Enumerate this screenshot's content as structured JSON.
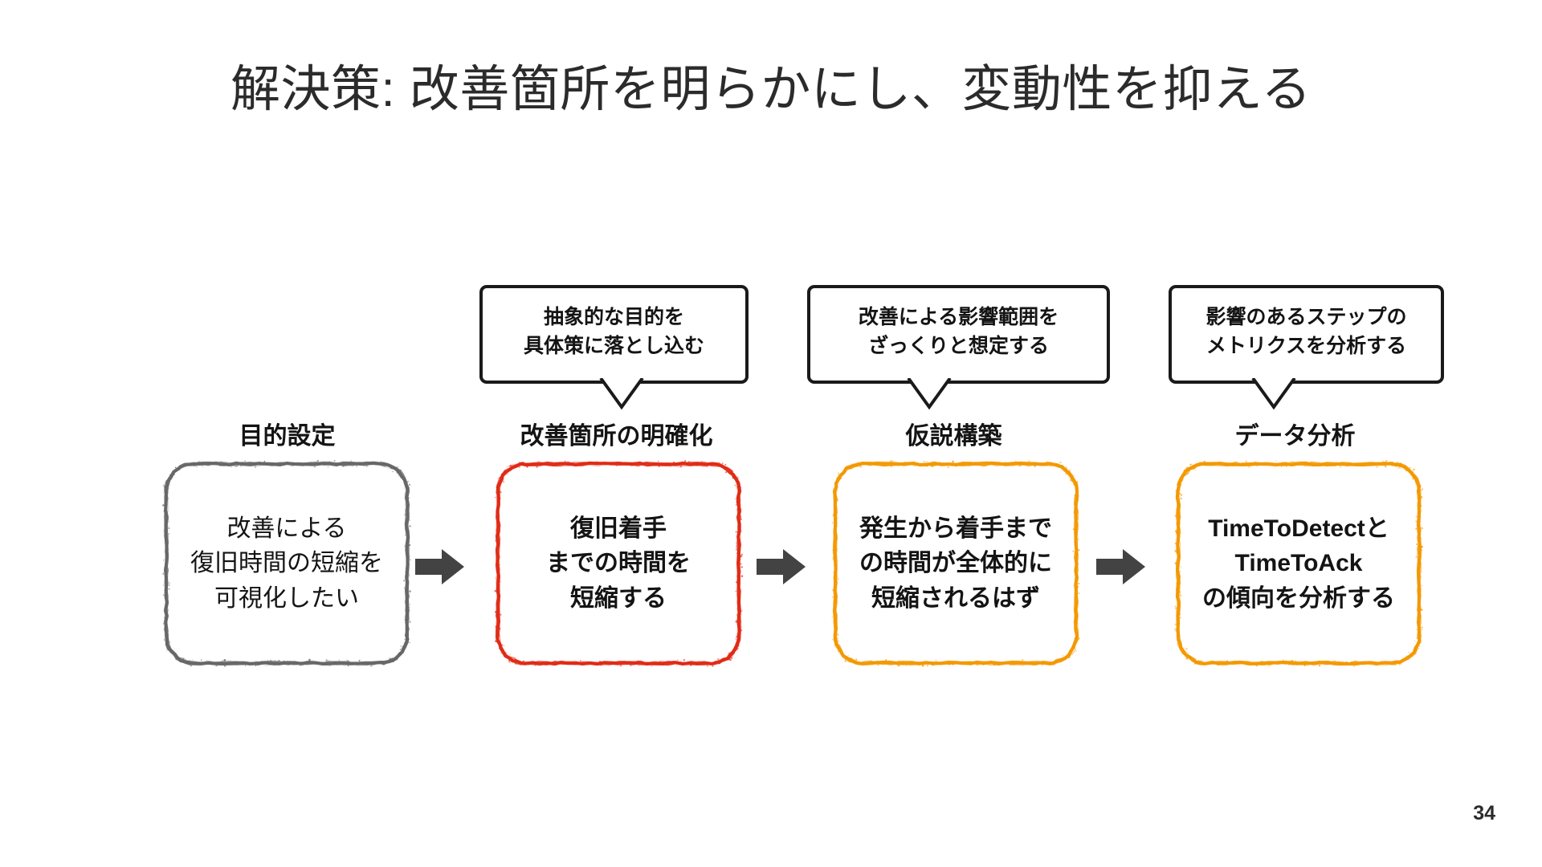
{
  "slide": {
    "title": "解決策: 改善箇所を明らかにし、変動性を抑える",
    "page_number": "34"
  },
  "colors": {
    "title": "#2b2b2b",
    "text": "#141414",
    "callout_border": "#1a1a1a",
    "arrow": "#434343",
    "box_gray": "#666666",
    "box_red": "#e02a14",
    "box_orange": "#f39800",
    "background": "#ffffff"
  },
  "callouts": [
    {
      "id": "callout-improvement-point",
      "lines": [
        "抽象的な目的を",
        "具体策に落とし込む"
      ],
      "points_to": "改善箇所の明確化"
    },
    {
      "id": "callout-hypothesis",
      "lines": [
        "改善による影響範囲を",
        "ざっくりと想定する"
      ],
      "points_to": "仮説構築"
    },
    {
      "id": "callout-data-analysis",
      "lines": [
        "影響のあるステップの",
        "メトリクスを分析する"
      ],
      "points_to": "データ分析"
    }
  ],
  "steps": [
    {
      "id": "step-goal-setting",
      "label": "目的設定",
      "lines": [
        "改善による",
        "復旧時間の短縮を",
        "可視化したい"
      ],
      "border_color": "#666666",
      "text_weight": "regular"
    },
    {
      "id": "step-clarify-improvement",
      "label": "改善箇所の明確化",
      "lines": [
        "復旧着手",
        "までの時間を",
        "短縮する"
      ],
      "border_color": "#e02a14",
      "text_weight": "bold"
    },
    {
      "id": "step-hypothesis",
      "label": "仮説構築",
      "lines": [
        "発生から着手まで",
        "の時間が全体的に",
        "短縮されるはず"
      ],
      "border_color": "#f39800",
      "text_weight": "bold"
    },
    {
      "id": "step-data-analysis",
      "label": "データ分析",
      "lines": [
        "TimeToDetectと",
        "TimeToAck",
        "の傾向を分析する"
      ],
      "border_color": "#f39800",
      "text_weight": "bold"
    }
  ],
  "arrows": [
    {
      "id": "arrow-1",
      "from": "目的設定",
      "to": "改善箇所の明確化",
      "glyph": "right-arrow-icon"
    },
    {
      "id": "arrow-2",
      "from": "改善箇所の明確化",
      "to": "仮説構築",
      "glyph": "right-arrow-icon"
    },
    {
      "id": "arrow-3",
      "from": "仮説構築",
      "to": "データ分析",
      "glyph": "right-arrow-icon"
    }
  ]
}
